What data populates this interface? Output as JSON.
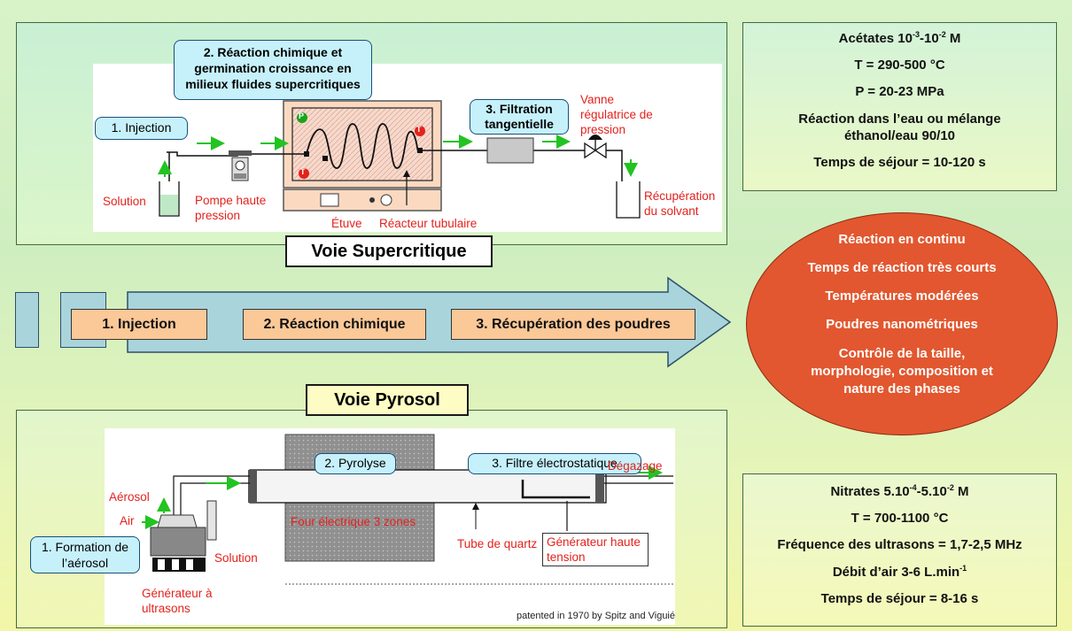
{
  "supercritical": {
    "title": "Voie Supercritique",
    "callout_injection": "1. Injection",
    "callout_reaction": "2. Réaction chimique et germination croissance en milieux fluides supercritiques",
    "callout_filtration": "3. Filtration tangentielle",
    "label_solution": "Solution",
    "label_pump": "Pompe haute pression",
    "label_etuve": "Étuve",
    "label_reactor": "Réacteur tubulaire",
    "label_valve": "Vanne régulatrice de pression",
    "label_recovery": "Récupération du solvant",
    "gauge_p": "P",
    "gauge_t": "T"
  },
  "info_top": {
    "line1_prefix": "Acétates 10",
    "line1_exp1": "-3",
    "line1_mid": "-10",
    "line1_exp2": "-2",
    "line1_suffix": " M",
    "line2": "T = 290-500 °C",
    "line3": "P = 20-23 MPa",
    "line4": "Réaction dans l’eau ou mélange éthanol/eau 90/10",
    "line5": "Temps de séjour = 10-120 s"
  },
  "process_arrow": {
    "step1": "1. Injection",
    "step2": "2. Réaction chimique",
    "step3": "3. Récupération des poudres"
  },
  "advantages": [
    "Réaction en continu",
    "Temps de réaction très courts",
    "Températures modérées",
    "Poudres nanométriques",
    "Contrôle de la taille, morphologie, composition et nature des phases"
  ],
  "pyrosol": {
    "title": "Voie Pyrosol",
    "callout_pyrolyse": "2. Pyrolyse",
    "callout_filter": "3. Filtre électrostatique",
    "callout_formation": "1. Formation de l’aérosol",
    "label_aerosol": "Aérosol",
    "label_air": "Air",
    "label_solution": "Solution",
    "label_generator_us": "Générateur à ultrasons",
    "label_furnace": "Four électrique 3 zones",
    "label_quartz": "Tube de quartz",
    "label_hv": "Générateur haute tension",
    "label_degassing": "Dégazage",
    "credit": "patented in 1970 by Spitz and Viguié"
  },
  "info_bottom": {
    "line1_prefix": "Nitrates 5.10",
    "line1_exp1": "-4",
    "line1_mid": "-5.10",
    "line1_exp2": "-2",
    "line1_suffix": " M",
    "line2": "T = 700-1100 °C",
    "line3": "Fréquence des ultrasons = 1,7-2,5 MHz",
    "line4_prefix": "Débit d’air 3-6 L.min",
    "line4_exp": "-1",
    "line5": "Temps de séjour = 8-16 s"
  },
  "colors": {
    "ellipse": "#e2572f",
    "step_box": "#fbc898",
    "arrow": "#a9d4db",
    "callout": "#c6f1fb",
    "label_red": "#e3221c"
  }
}
